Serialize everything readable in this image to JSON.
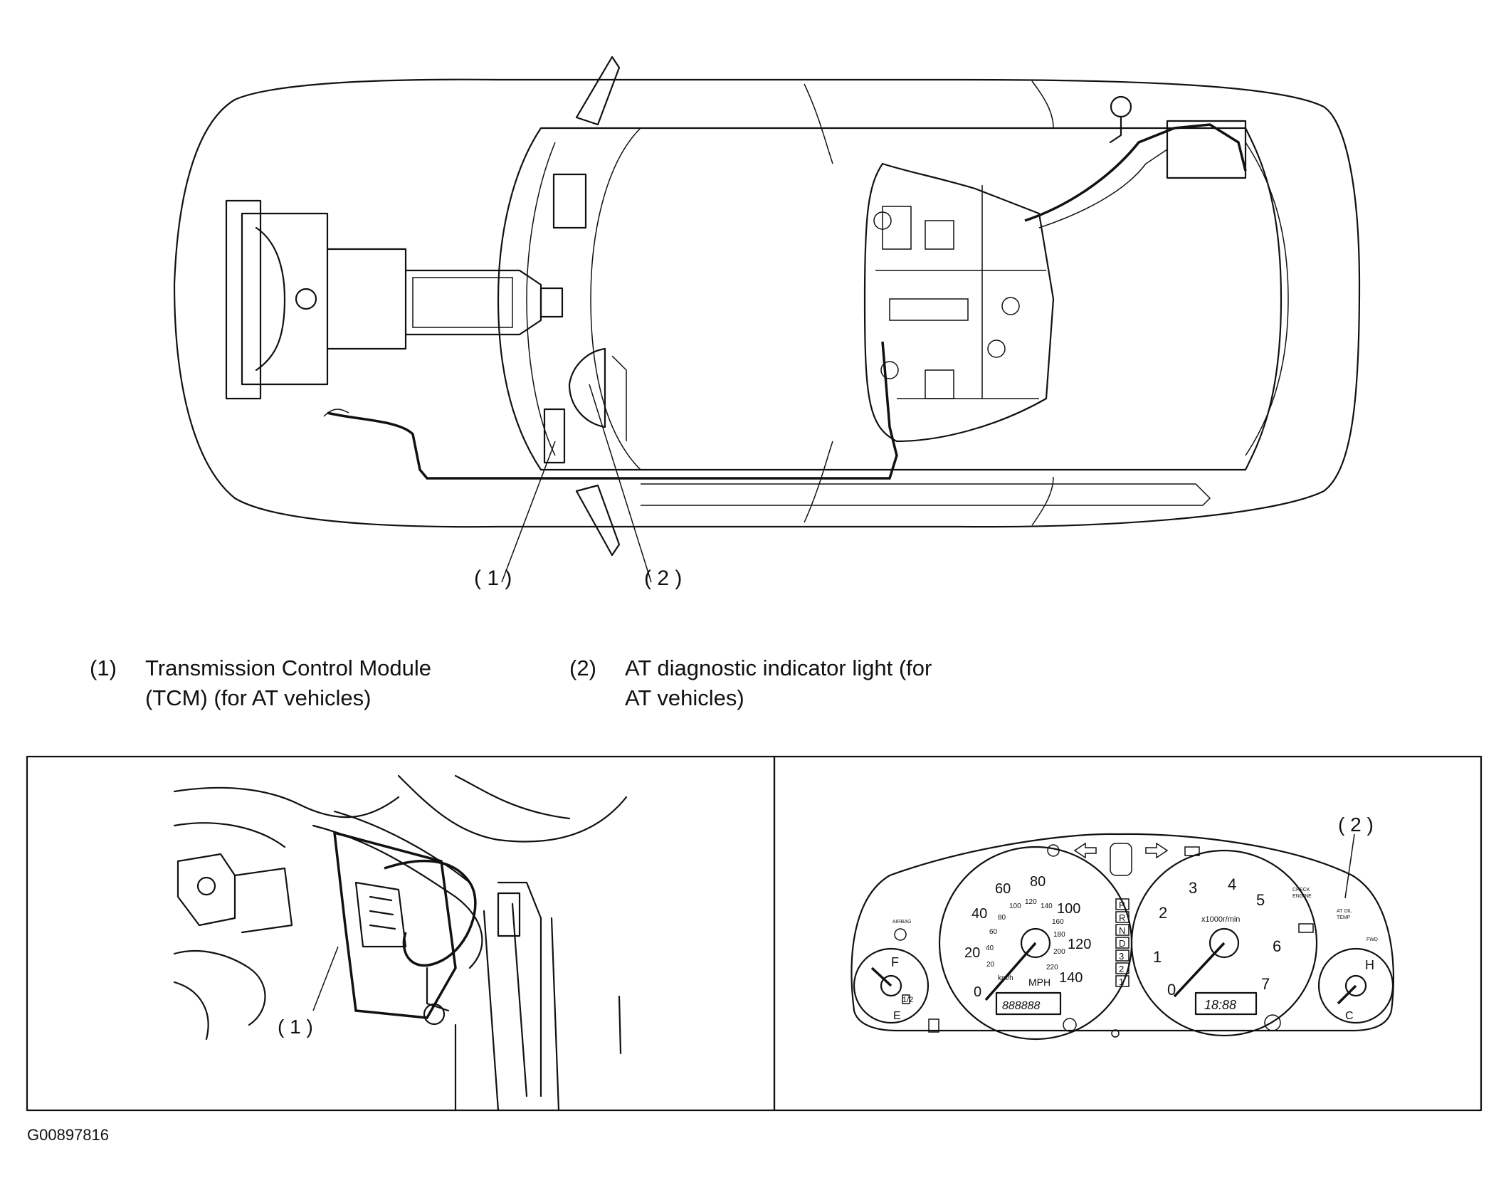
{
  "callouts": {
    "c1": "( 1 )",
    "c2": "( 2 )"
  },
  "legend": [
    {
      "num": "(1)",
      "line1": "Transmission Control Module",
      "line2": "(TCM) (for AT vehicles)"
    },
    {
      "num": "(2)",
      "line1": "AT diagnostic indicator light (for",
      "line2": "AT vehicles)"
    }
  ],
  "cluster": {
    "airbag": "AIRBAG",
    "fuel_full": "F",
    "fuel_half": "1/2",
    "fuel_empty": "E",
    "speed_mph": [
      "0",
      "20",
      "40",
      "60",
      "80",
      "100",
      "120",
      "140"
    ],
    "speed_kmh": [
      "20",
      "40",
      "60",
      "80",
      "100",
      "120",
      "140",
      "160",
      "180",
      "200",
      "220"
    ],
    "kmh_unit": "km/h",
    "mph_unit": "MPH",
    "odo": "888888",
    "shift": [
      "P",
      "R",
      "N",
      "D",
      "3",
      "2",
      "1"
    ],
    "rpm": [
      "0",
      "1",
      "2",
      "3",
      "4",
      "5",
      "6",
      "7"
    ],
    "rpm_unit": "x1000r/min",
    "clock": "18:88",
    "check_engine": [
      "CHECK",
      "ENGINE"
    ],
    "at_oil_temp": [
      "AT OIL",
      "TEMP"
    ],
    "fwd": "FWD",
    "temp_hot": "H",
    "temp_cold": "C"
  },
  "figure_id": "G00897816"
}
